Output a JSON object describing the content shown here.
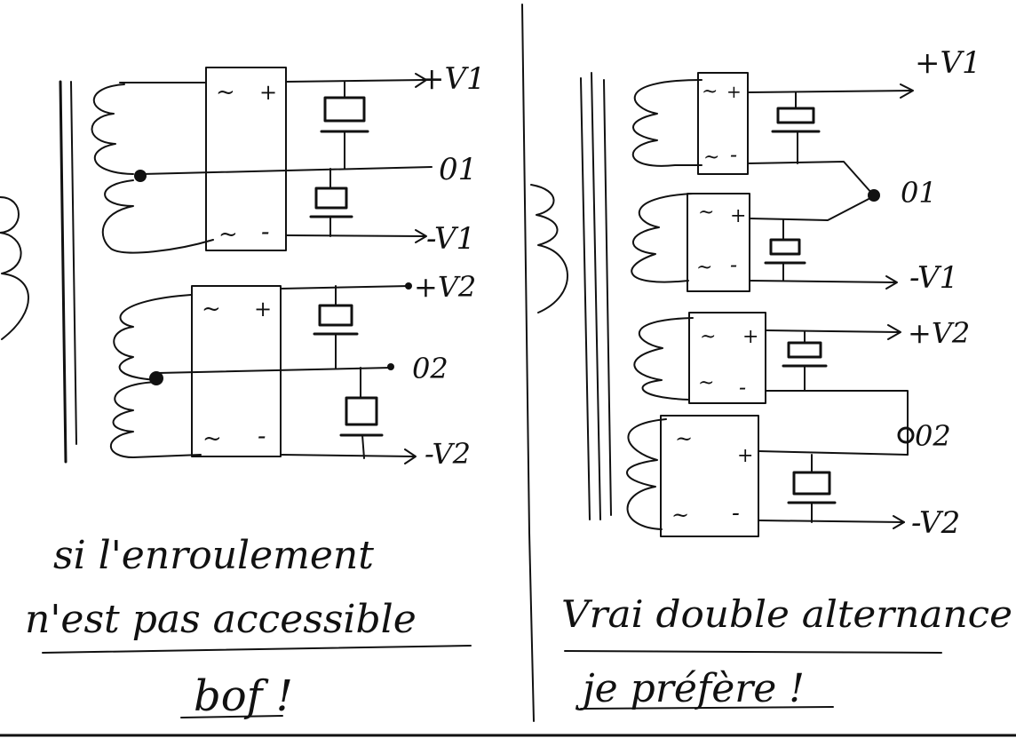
{
  "left_panel": {
    "circuit_a": {
      "rectifier_left_symbol_top": "~",
      "rectifier_right_symbol_top": "+",
      "rectifier_left_symbol_bottom": "~",
      "rectifier_right_symbol_bottom": "-",
      "terminals": [
        "+V1",
        "01",
        "-V1"
      ]
    },
    "circuit_b": {
      "rectifier_left_symbol_top": "~",
      "rectifier_right_symbol_top": "+",
      "rectifier_left_symbol_bottom": "~",
      "rectifier_right_symbol_bottom": "-",
      "terminals": [
        "+V2",
        "02",
        "-V2"
      ]
    },
    "caption_line1": "si l'enroulement",
    "caption_line2": "n'est pas accessible",
    "caption_line3": "bof !"
  },
  "right_panel": {
    "bridge1": {
      "left_top": "~",
      "right_top": "+",
      "left_bottom": "~",
      "right_bottom": "-"
    },
    "bridge2": {
      "left_top": "~",
      "right_top": "+",
      "left_bottom": "~",
      "right_bottom": "-"
    },
    "bridge3": {
      "left_top": "~",
      "right_top": "+",
      "left_bottom": "~",
      "right_bottom": "-"
    },
    "bridge4": {
      "left_top": "~",
      "right_top": "+",
      "left_bottom": "~",
      "right_bottom": "-"
    },
    "terminals": [
      "+V1",
      "01",
      "-V1",
      "+V2",
      "02",
      "-V2"
    ],
    "caption_line1": "Vrai double alternance",
    "caption_line2": "je préfère !"
  }
}
